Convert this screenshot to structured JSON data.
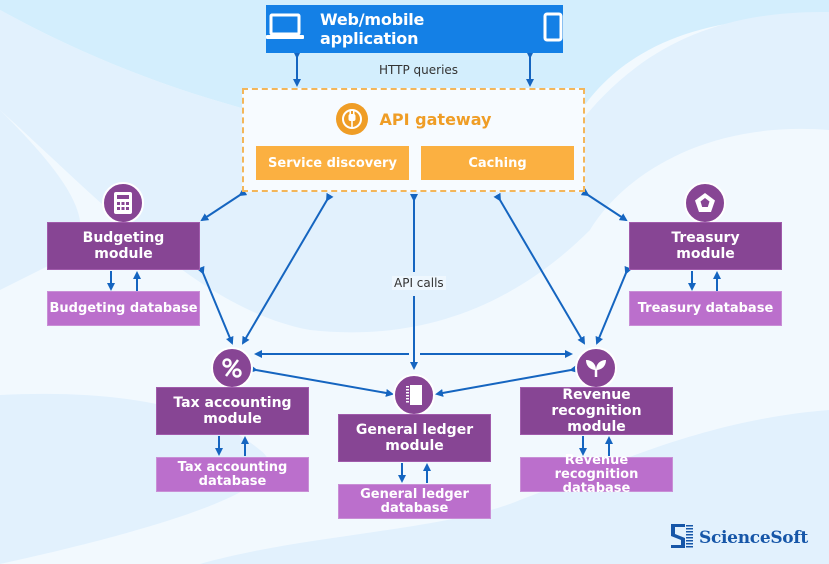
{
  "app": {
    "label": "Web/mobile application",
    "left_icon": "laptop-icon",
    "right_icon": "smartphone-icon"
  },
  "connections": {
    "http_label": "HTTP queries",
    "api_label": "API calls"
  },
  "gateway": {
    "title": "API gateway",
    "icon": "plug-icon",
    "services": [
      "Service discovery",
      "Caching"
    ]
  },
  "modules": {
    "budgeting": {
      "line1": "Budgeting",
      "line2": "module",
      "db1": "Budgeting database",
      "db2": "",
      "icon": "calculator-icon"
    },
    "treasury": {
      "line1": "Treasury",
      "line2": "module",
      "db1": "Treasury database",
      "db2": "",
      "icon": "pentagon-gem-icon"
    },
    "tax": {
      "line1": "Tax accounting",
      "line2": "module",
      "db1": "Tax accounting",
      "db2": "database",
      "icon": "percent-icon"
    },
    "ledger": {
      "line1": "General ledger",
      "line2": "module",
      "db1": "General ledger",
      "db2": "database",
      "icon": "notebook-icon"
    },
    "revenue": {
      "line1": "Revenue recognition",
      "line2": "module",
      "db1": "Revenue recognition",
      "db2": "database",
      "icon": "sprout-icon"
    }
  },
  "brand": {
    "name": "ScienceSoft"
  },
  "colors": {
    "app_blue": "#1480e6",
    "arrow_blue": "#1565c0",
    "gateway_orange": "#ef9d26",
    "service_orange": "#fbb041",
    "module_purple": "#874594",
    "db_purple": "#bb6fcc",
    "brand_blue": "#1656a8"
  }
}
